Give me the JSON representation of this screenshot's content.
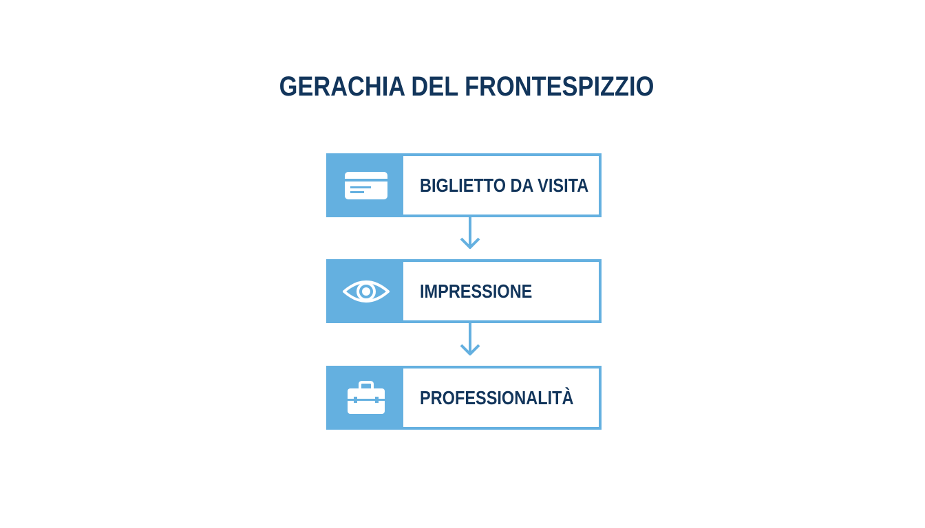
{
  "title": "GERACHIA DEL FRONTESPIZZIO",
  "steps": [
    {
      "label": "BIGLIETTO DA VISITA",
      "icon": "business-card-icon"
    },
    {
      "label": "IMPRESSIONE",
      "icon": "eye-icon"
    },
    {
      "label": "PROFESSIONALITÀ",
      "icon": "briefcase-icon"
    }
  ],
  "colors": {
    "accent": "#64b0e0",
    "text": "#12355b",
    "background": "#ffffff"
  }
}
